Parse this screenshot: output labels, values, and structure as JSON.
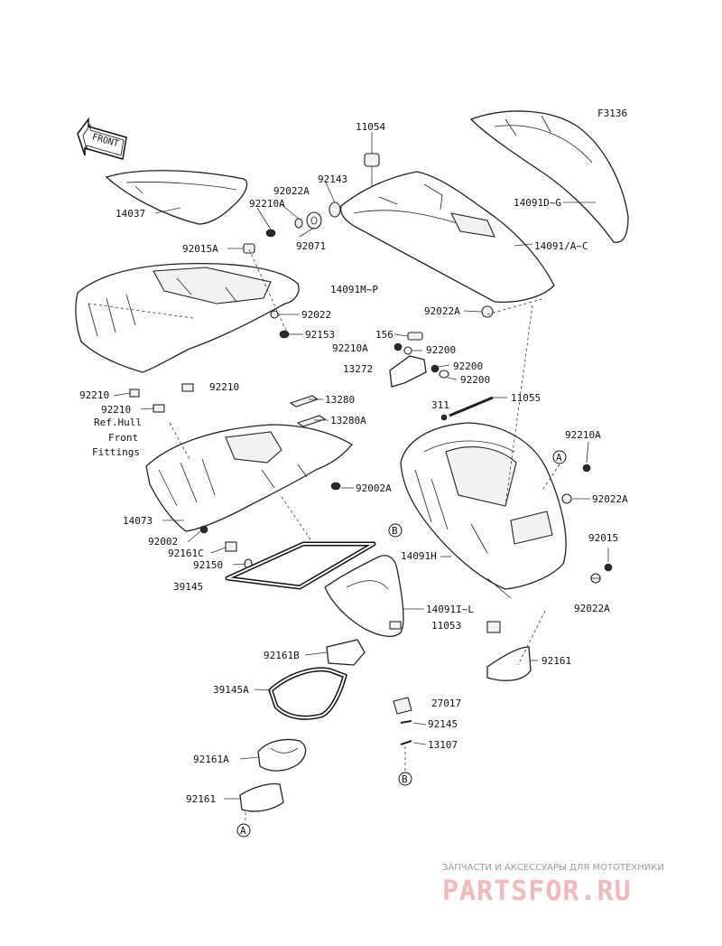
{
  "diagram_code": "F3136",
  "front_arrow": {
    "label": "FRONT"
  },
  "callouts": [
    "A",
    "B"
  ],
  "notes": {
    "ref_hull": "Ref.Hull",
    "front": "Front",
    "fittings": "Fittings"
  },
  "parts": {
    "p11054": "11054",
    "p92143": "92143",
    "p92022A_top": "92022A",
    "p92210A_top": "92210A",
    "p14037": "14037",
    "p92071": "92071",
    "p14091DG": "14091D~G",
    "p14091AC": "14091/A~C",
    "p92015A": "92015A",
    "p14091MP": "14091M~P",
    "p92022": "92022",
    "p92153": "92153",
    "p92022A_mid": "92022A",
    "p156": "156",
    "p92210A_mid": "92210A",
    "p92200_a": "92200",
    "p13272": "13272",
    "p92200_b": "92200",
    "p92200_c": "92200",
    "p92210_left": "92210",
    "p92210_mid": "92210",
    "p92210_ref": "92210",
    "p13280": "13280",
    "p13280A": "13280A",
    "p311": "311",
    "p11055": "11055",
    "p92210A_right": "92210A",
    "p92002A": "92002A",
    "p92022A_right": "92022A",
    "p14073": "14073",
    "p92002": "92002",
    "p92161C": "92161C",
    "p92150": "92150",
    "p92015": "92015",
    "p14091H": "14091H",
    "p39145": "39145",
    "p14091IL": "14091I~L",
    "p92022A_low": "92022A",
    "p11053": "11053",
    "p92161B": "92161B",
    "p92161_right": "92161",
    "p39145A": "39145A",
    "p27017": "27017",
    "p92145": "92145",
    "p13107": "13107",
    "p92161A": "92161A",
    "p92161_bottom": "92161"
  },
  "watermark": {
    "tagline": "ЗАПЧАСТИ И АКСЕССУАРЫ ДЛЯ МОТОТЕХНИКИ",
    "site": "PARTSFOR.RU"
  }
}
